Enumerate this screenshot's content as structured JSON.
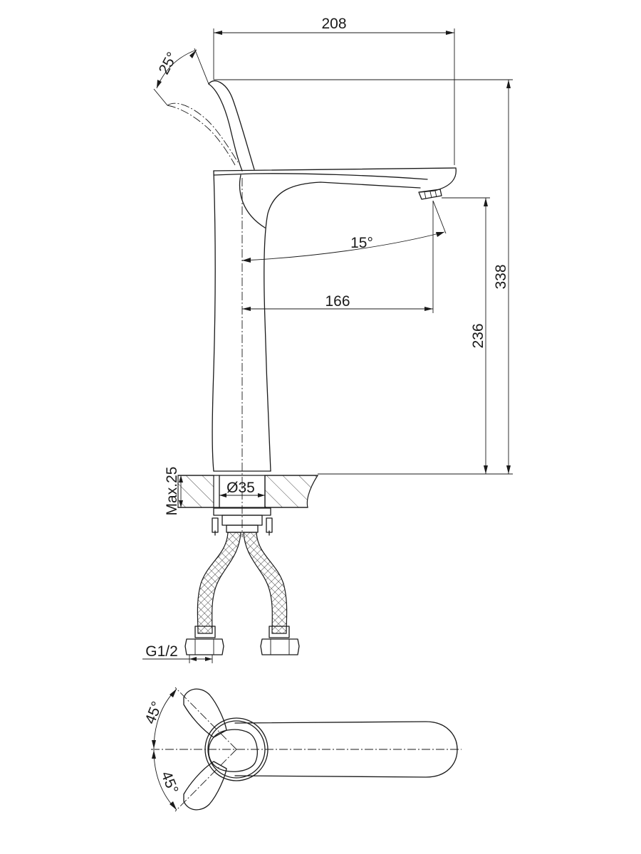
{
  "dimensions": {
    "width_total": "208",
    "height_total": "338",
    "spout_height": "236",
    "spout_reach": "166",
    "spout_angle": "15°",
    "lever_angle": "25°",
    "max_deck_thickness": "Max.25",
    "hole_diameter": "Ø35",
    "connection_thread": "G1/2",
    "rotation_angle_top": "45°",
    "rotation_angle_bottom": "45°"
  },
  "colors": {
    "line": "#1a1a1a",
    "background": "#ffffff"
  }
}
